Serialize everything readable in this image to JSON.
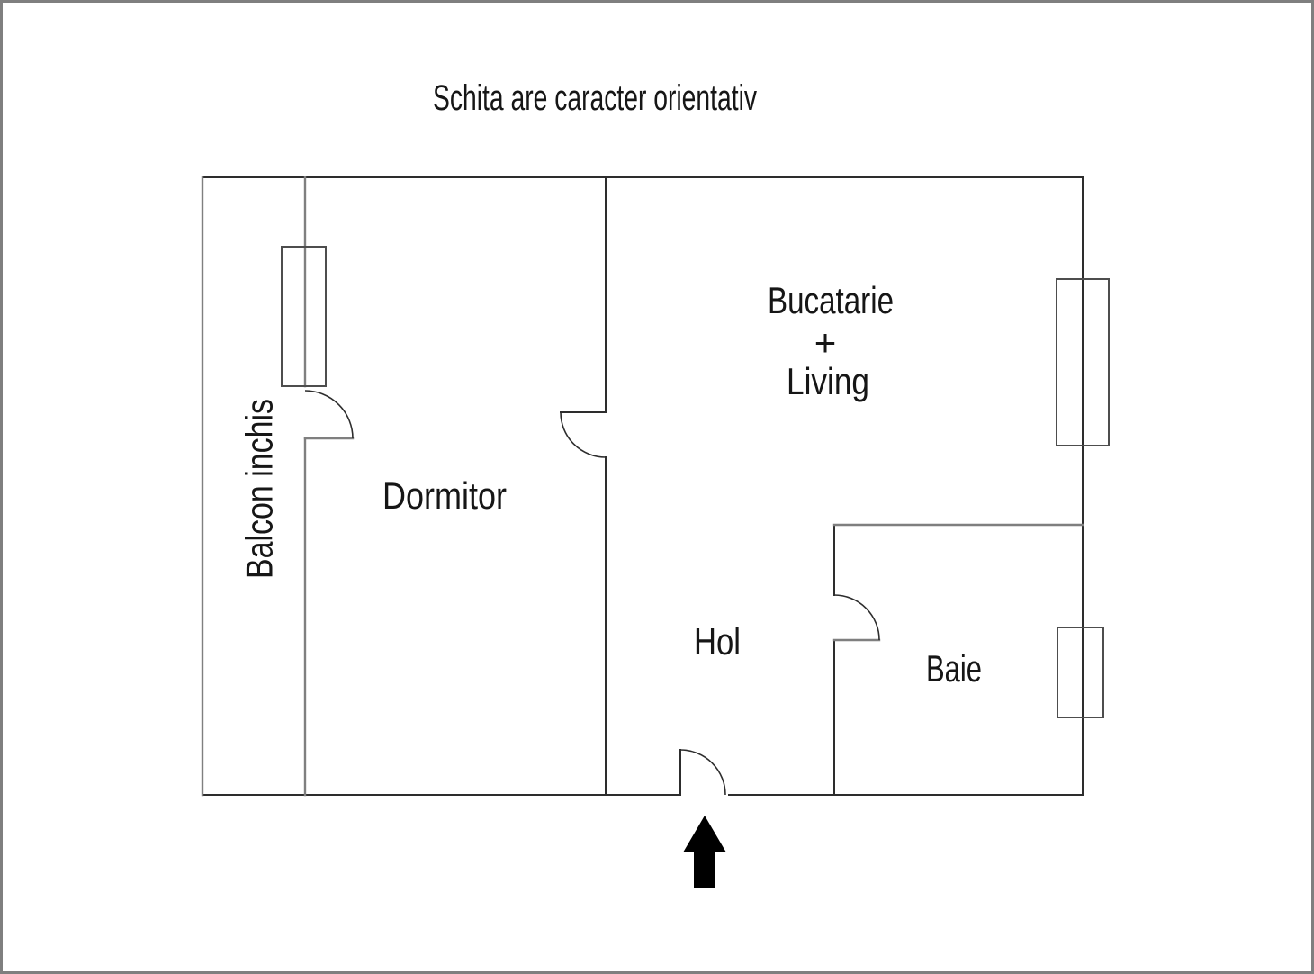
{
  "title": "Schita are caracter orientativ",
  "rooms": {
    "balcon": "Balcon inchis",
    "dormitor": "Dormitor",
    "bucatarie_living": {
      "lines": [
        "Bucatarie",
        "+",
        "Living"
      ]
    },
    "hol": "Hol",
    "baie": "Baie"
  },
  "icons": {
    "entrance_arrow": "up-arrow"
  },
  "colors": {
    "background": "#ffffff",
    "frame": "#7f7f7f",
    "wall_dark": "#2d2d2d",
    "wall_gray": "#7f7f7f",
    "window": "#4d4d4d",
    "door_arc": "#2d2d2d",
    "arrow": "#000000",
    "text": "#161616"
  }
}
